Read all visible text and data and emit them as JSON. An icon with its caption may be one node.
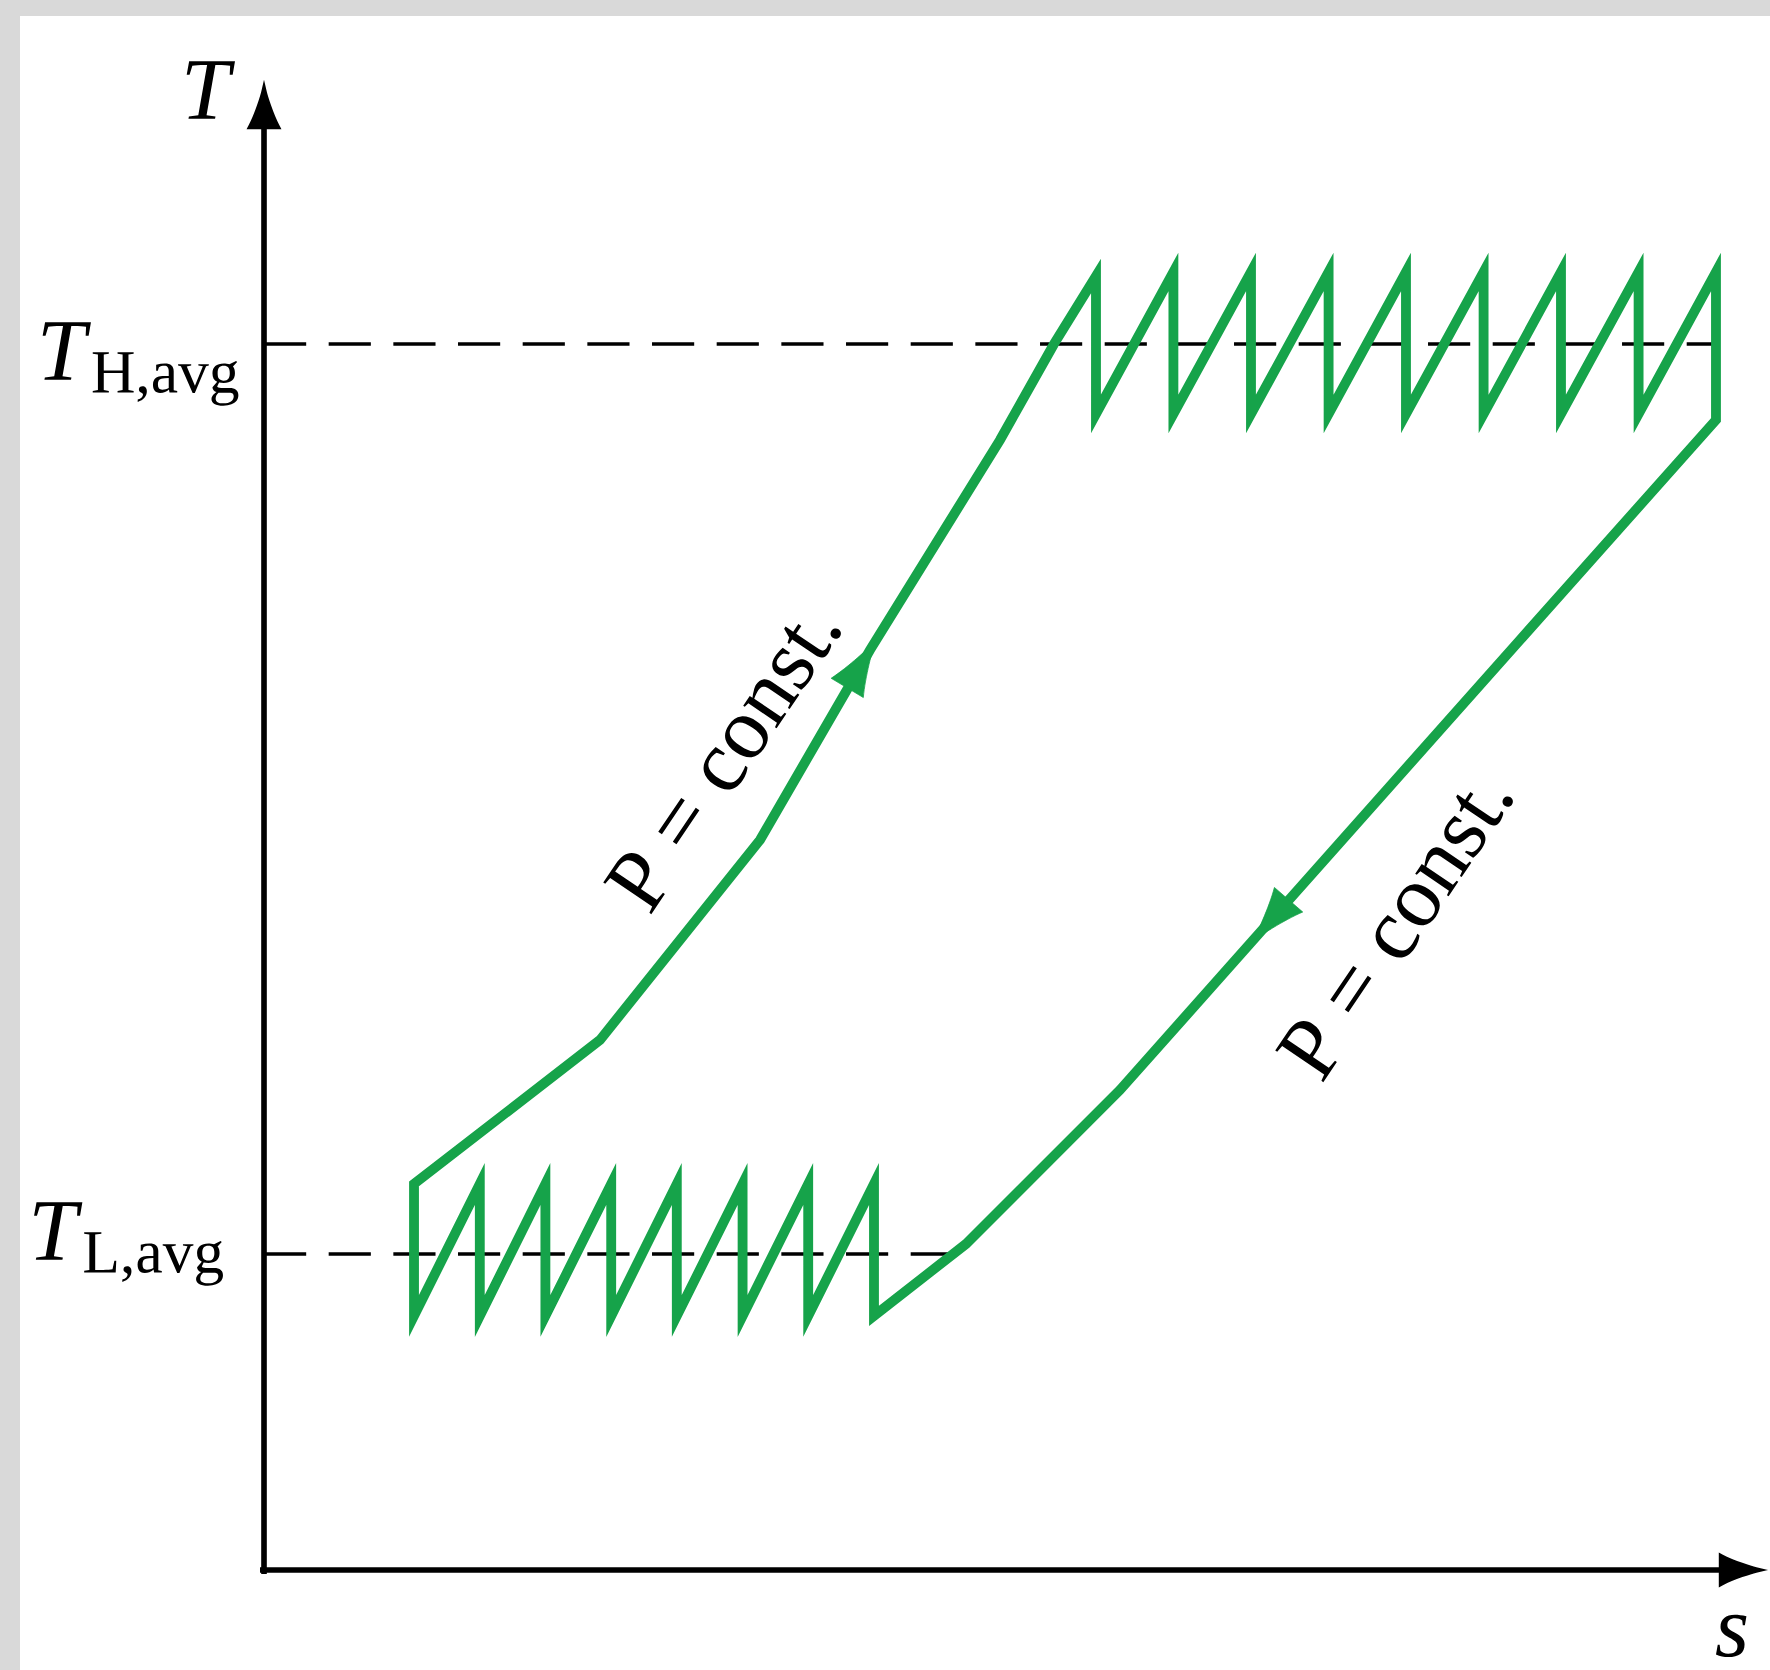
{
  "diagram": {
    "labels": [
      "*T*",
      "*T*$_{H,avg}$",
      "*T*$_{L,avg}$",
      "P = const.",
      "P = const.",
      "*s*"
    ]
  }
}
